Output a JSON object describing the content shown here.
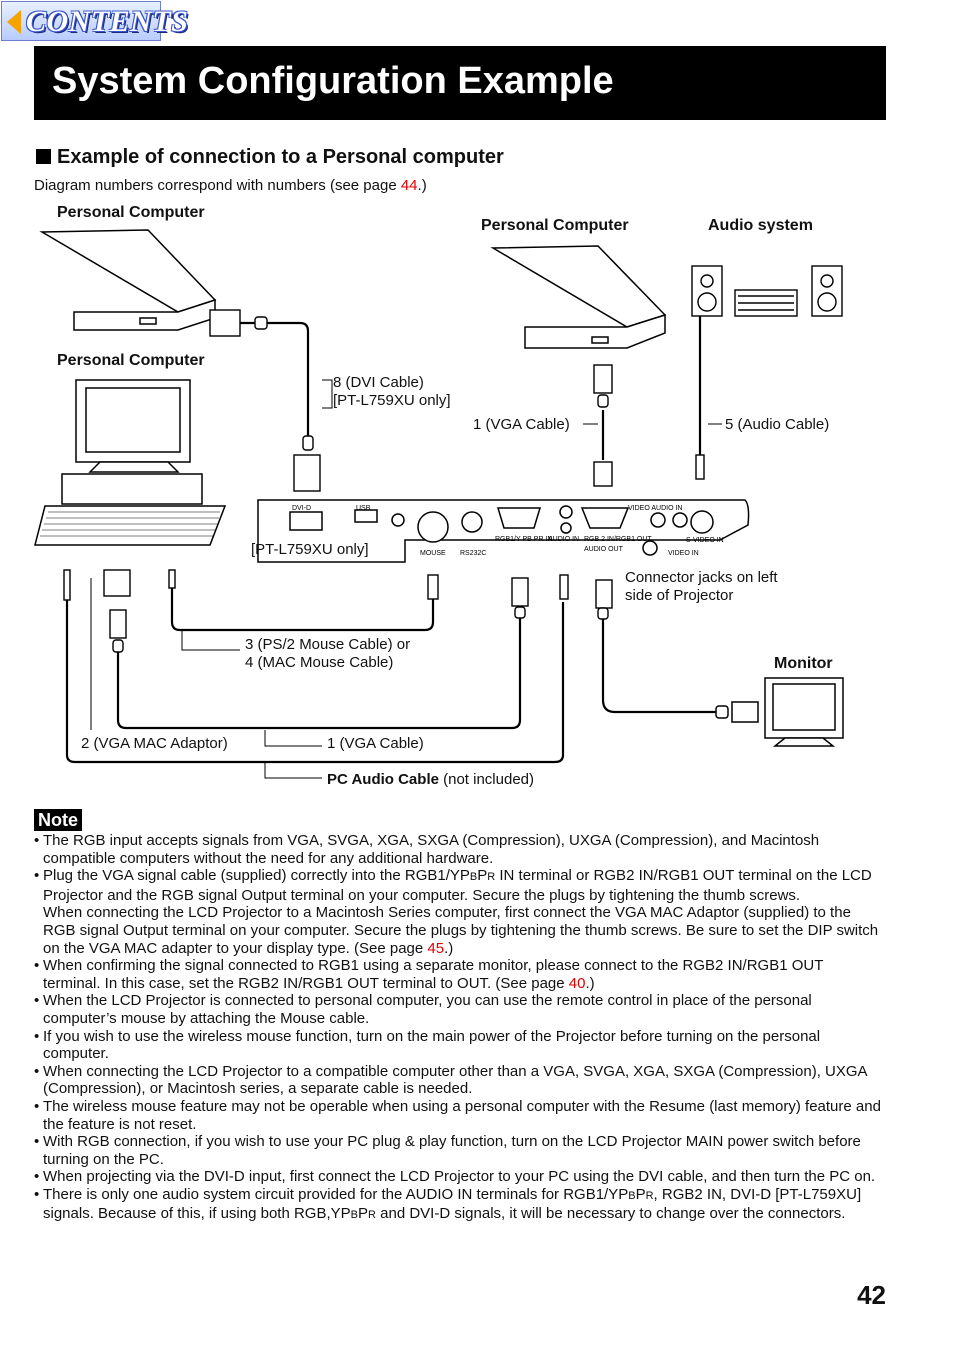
{
  "nav": {
    "contents_label": "CONTENTS"
  },
  "title": "System Configuration Example",
  "section": {
    "heading": "Example of connection to a Personal computer",
    "intro_before": "Diagram numbers correspond with numbers (see page ",
    "intro_link": "44",
    "intro_after": ".)"
  },
  "diagram": {
    "pc_top_left": "Personal Computer",
    "pc_desktop": "Personal Computer",
    "pc_top_right": "Personal Computer",
    "audio_system": "Audio system",
    "monitor": "Monitor",
    "dvi_cable_1": "8 (DVI Cable)",
    "dvi_cable_2": "[PT-L759XU only]",
    "vga_cable_top": "1 (VGA Cable)",
    "audio_cable": "5 (Audio Cable)",
    "pt_only": "[PT-L759XU only]",
    "connector_jacks_1": "Connector jacks on left",
    "connector_jacks_2": "side of Projector",
    "mouse_cable_1": "3 (PS/2 Mouse Cable) or",
    "mouse_cable_2": "4 (MAC Mouse Cable)",
    "vga_mac": "2 (VGA MAC Adaptor)",
    "vga_cable_bottom": "1 (VGA Cable)",
    "pc_audio_bold": "PC Audio Cable",
    "pc_audio_rest": " (not included)",
    "panel": {
      "dvi": "DVI-D",
      "usb": "USB",
      "mouse": "MOUSE",
      "rs232c": "RS232C",
      "rgb1": "RGB1/Y PB PR IN",
      "audio_in": "AUDIO IN",
      "rgb2": "RGB 2 IN/RGB1 OUT",
      "audio_out": "AUDIO OUT",
      "video_audio_in": "VIDEO AUDIO IN",
      "svideo": "S-VIDEO IN",
      "video_in": "VIDEO IN"
    }
  },
  "note_label": "Note",
  "notes": {
    "n1": "The RGB input accepts signals from VGA, SVGA, XGA, SXGA (Compression), UXGA (Compression), and Macintosh compatible computers without the need for any additional hardware.",
    "n2_a": "Plug the VGA signal cable (supplied) correctly into the RGB1/YP",
    "n2_sc1": "B",
    "n2_b": "P",
    "n2_sc2": "R",
    "n2_c": " IN terminal or RGB2 IN/RGB1 OUT terminal on the LCD Projector and the RGB signal Output terminal on your computer. Secure the plugs by tightening the thumb screws.",
    "n2_d": "When connecting the LCD Projector to a Macintosh Series computer, first connect the VGA MAC Adaptor (supplied) to the RGB signal Output terminal on your computer. Secure the plugs by tightening the thumb screws. Be sure to set the DIP switch on the VGA MAC adapter to your display type. (See page ",
    "n2_link": "45",
    "n2_e": ".)",
    "n3_a": "When confirming the signal connected to RGB1 using a separate monitor, please connect to the RGB2 IN/RGB1 OUT terminal. In this case, set the RGB2 IN/RGB1 OUT terminal to OUT. (See page ",
    "n3_link": "40",
    "n3_b": ".)",
    "n4": "When the LCD Projector is connected to personal computer, you can use the remote control in place of the personal computer’s mouse by attaching the Mouse cable.",
    "n5": "If you wish to use the wireless mouse function, turn on the main power of the Projector before turning on the personal computer.",
    "n6": "When connecting the LCD Projector to a compatible computer other than a VGA, SVGA, XGA, SXGA (Compression), UXGA (Compression), or Macintosh series, a separate cable is needed.",
    "n7": "The wireless mouse feature may not be operable when using a personal computer with the Resume (last memory) feature and the feature is not reset.",
    "n8": "With RGB connection, if you wish to use your PC plug & play function, turn on the LCD Projector MAIN power switch before turning on the PC.",
    "n9": "When projecting via the DVI-D input, first connect the LCD Projector to your PC using the DVI cable, and then turn the PC on.",
    "n10_a": "There is only one audio system circuit provided for the AUDIO IN terminals for RGB1/YP",
    "n10_sc1": "B",
    "n10_b": "P",
    "n10_sc2": "R",
    "n10_c": ", RGB2 IN, DVI-D [PT-L759XU] signals.  Because of this, if using both RGB,YP",
    "n10_sc3": "B",
    "n10_d": "P",
    "n10_sc4": "R",
    "n10_e": " and DVI-D signals, it will be necessary to change over the connectors."
  },
  "page_number": "42"
}
